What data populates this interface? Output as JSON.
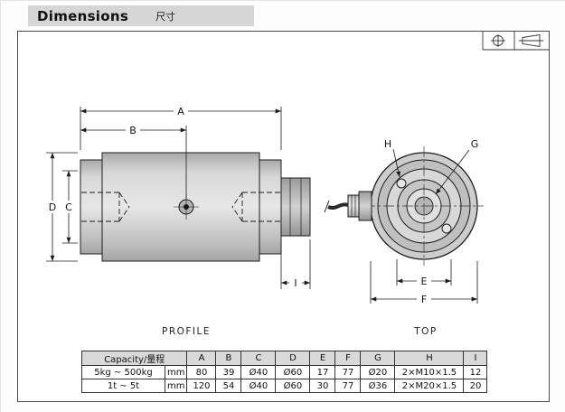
{
  "header": {
    "title": "Dimensions",
    "subtitle": "尺寸"
  },
  "drawing": {
    "profile_label": "PROFILE",
    "top_label": "TOP",
    "dims": {
      "A": "A",
      "B": "B",
      "C": "C",
      "D": "D",
      "E": "E",
      "F": "F",
      "G": "G",
      "H": "H",
      "I": "I"
    }
  },
  "table": {
    "header": [
      "Capacity/量程",
      "A",
      "B",
      "C",
      "D",
      "E",
      "F",
      "G",
      "H",
      "I"
    ],
    "rows": [
      [
        "5kg ~ 500kg",
        "mm",
        "80",
        "39",
        "Ø40",
        "Ø60",
        "17",
        "77",
        "Ø20",
        "2×M10×1.5",
        "12"
      ],
      [
        "1t ~ 5t",
        "mm",
        "120",
        "54",
        "Ø40",
        "Ø60",
        "30",
        "77",
        "Ø36",
        "2×M20×1.5",
        "20"
      ]
    ]
  }
}
